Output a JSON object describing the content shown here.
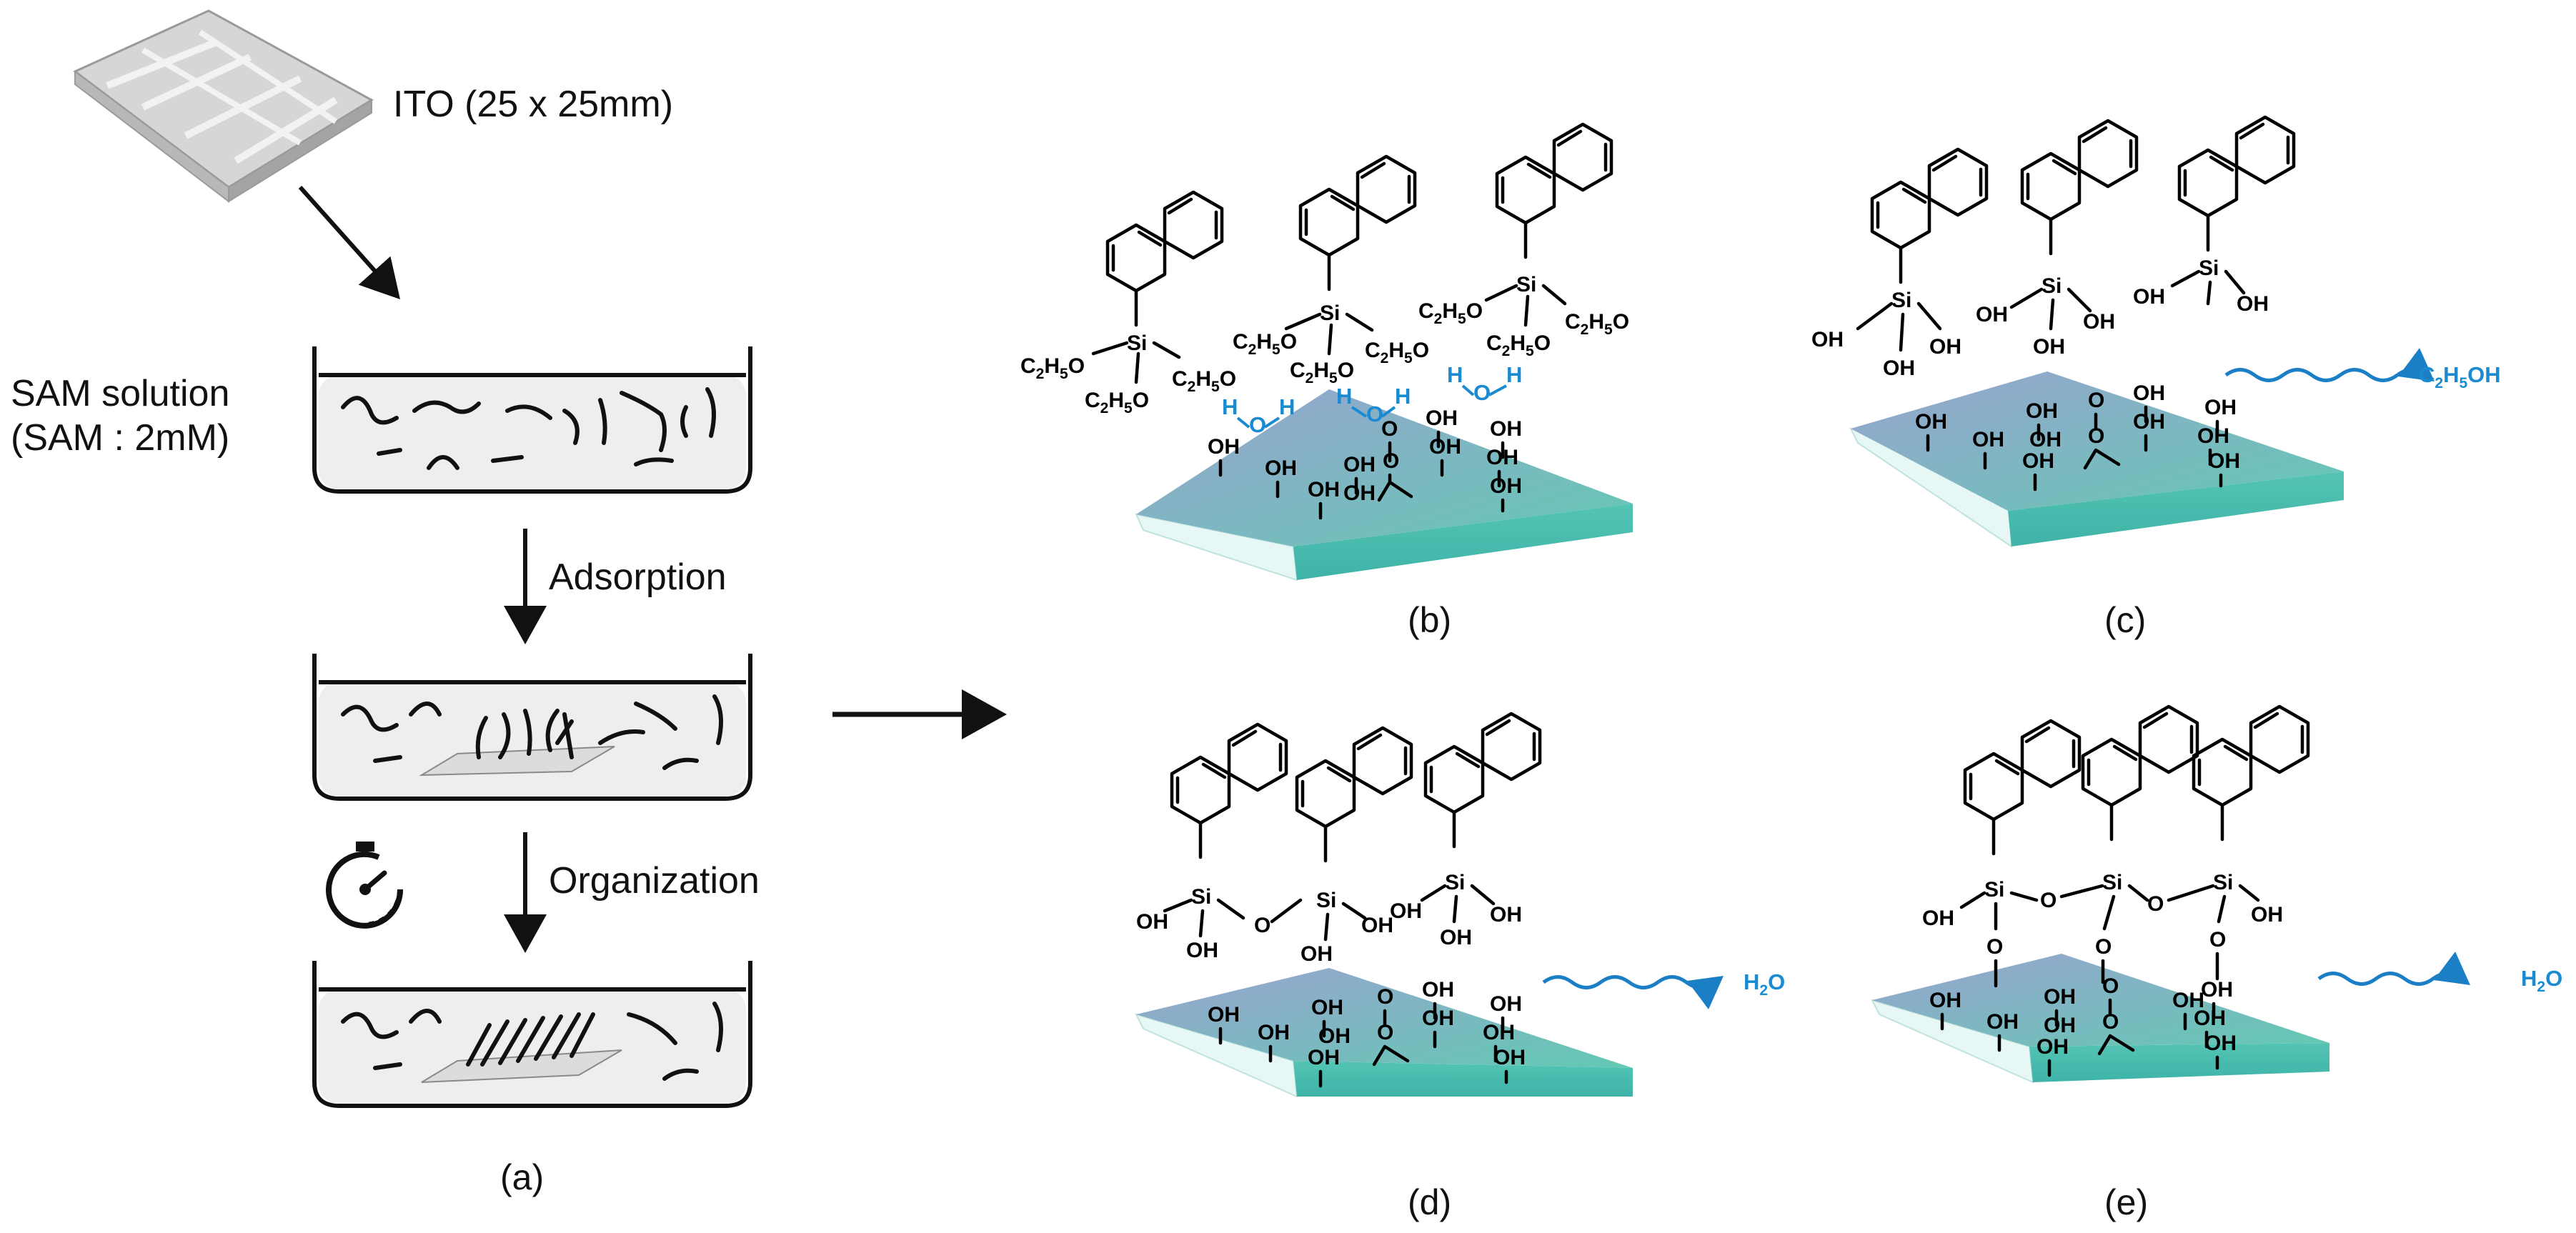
{
  "colors": {
    "surface_top": "#6ec8b6",
    "surface_side": "#4cbdb1",
    "surface_shadow": "#9a9ec6",
    "wave": "#1a7fc4",
    "water_hbond": "#1a8bd0"
  },
  "left_panel": {
    "ito_label": "ITO  (25 x 25mm)",
    "solution_label_line1": "SAM solution",
    "solution_label_line2": "(SAM : 2mM)",
    "step1_label": "Adsorption",
    "step2_label": "Organization",
    "timer_icon": "stopwatch-icon",
    "caption": "(a)"
  },
  "chem_text": {
    "si": "Si",
    "oh": "OH",
    "o": "O",
    "h": "H",
    "c": "C",
    "h2": "H",
    "five": "5",
    "two": "2",
    "product_ethanol_main": "C",
    "product_ethanol_sub1": "2",
    "product_ethanol_mid": "H",
    "product_ethanol_sub2": "5",
    "product_ethanol_end": "OH",
    "product_water_main": "H",
    "product_water_sub": "2",
    "product_water_end": "O"
  },
  "captions": {
    "b": "(b)",
    "c": "(c)",
    "d": "(d)",
    "e": "(e)"
  }
}
